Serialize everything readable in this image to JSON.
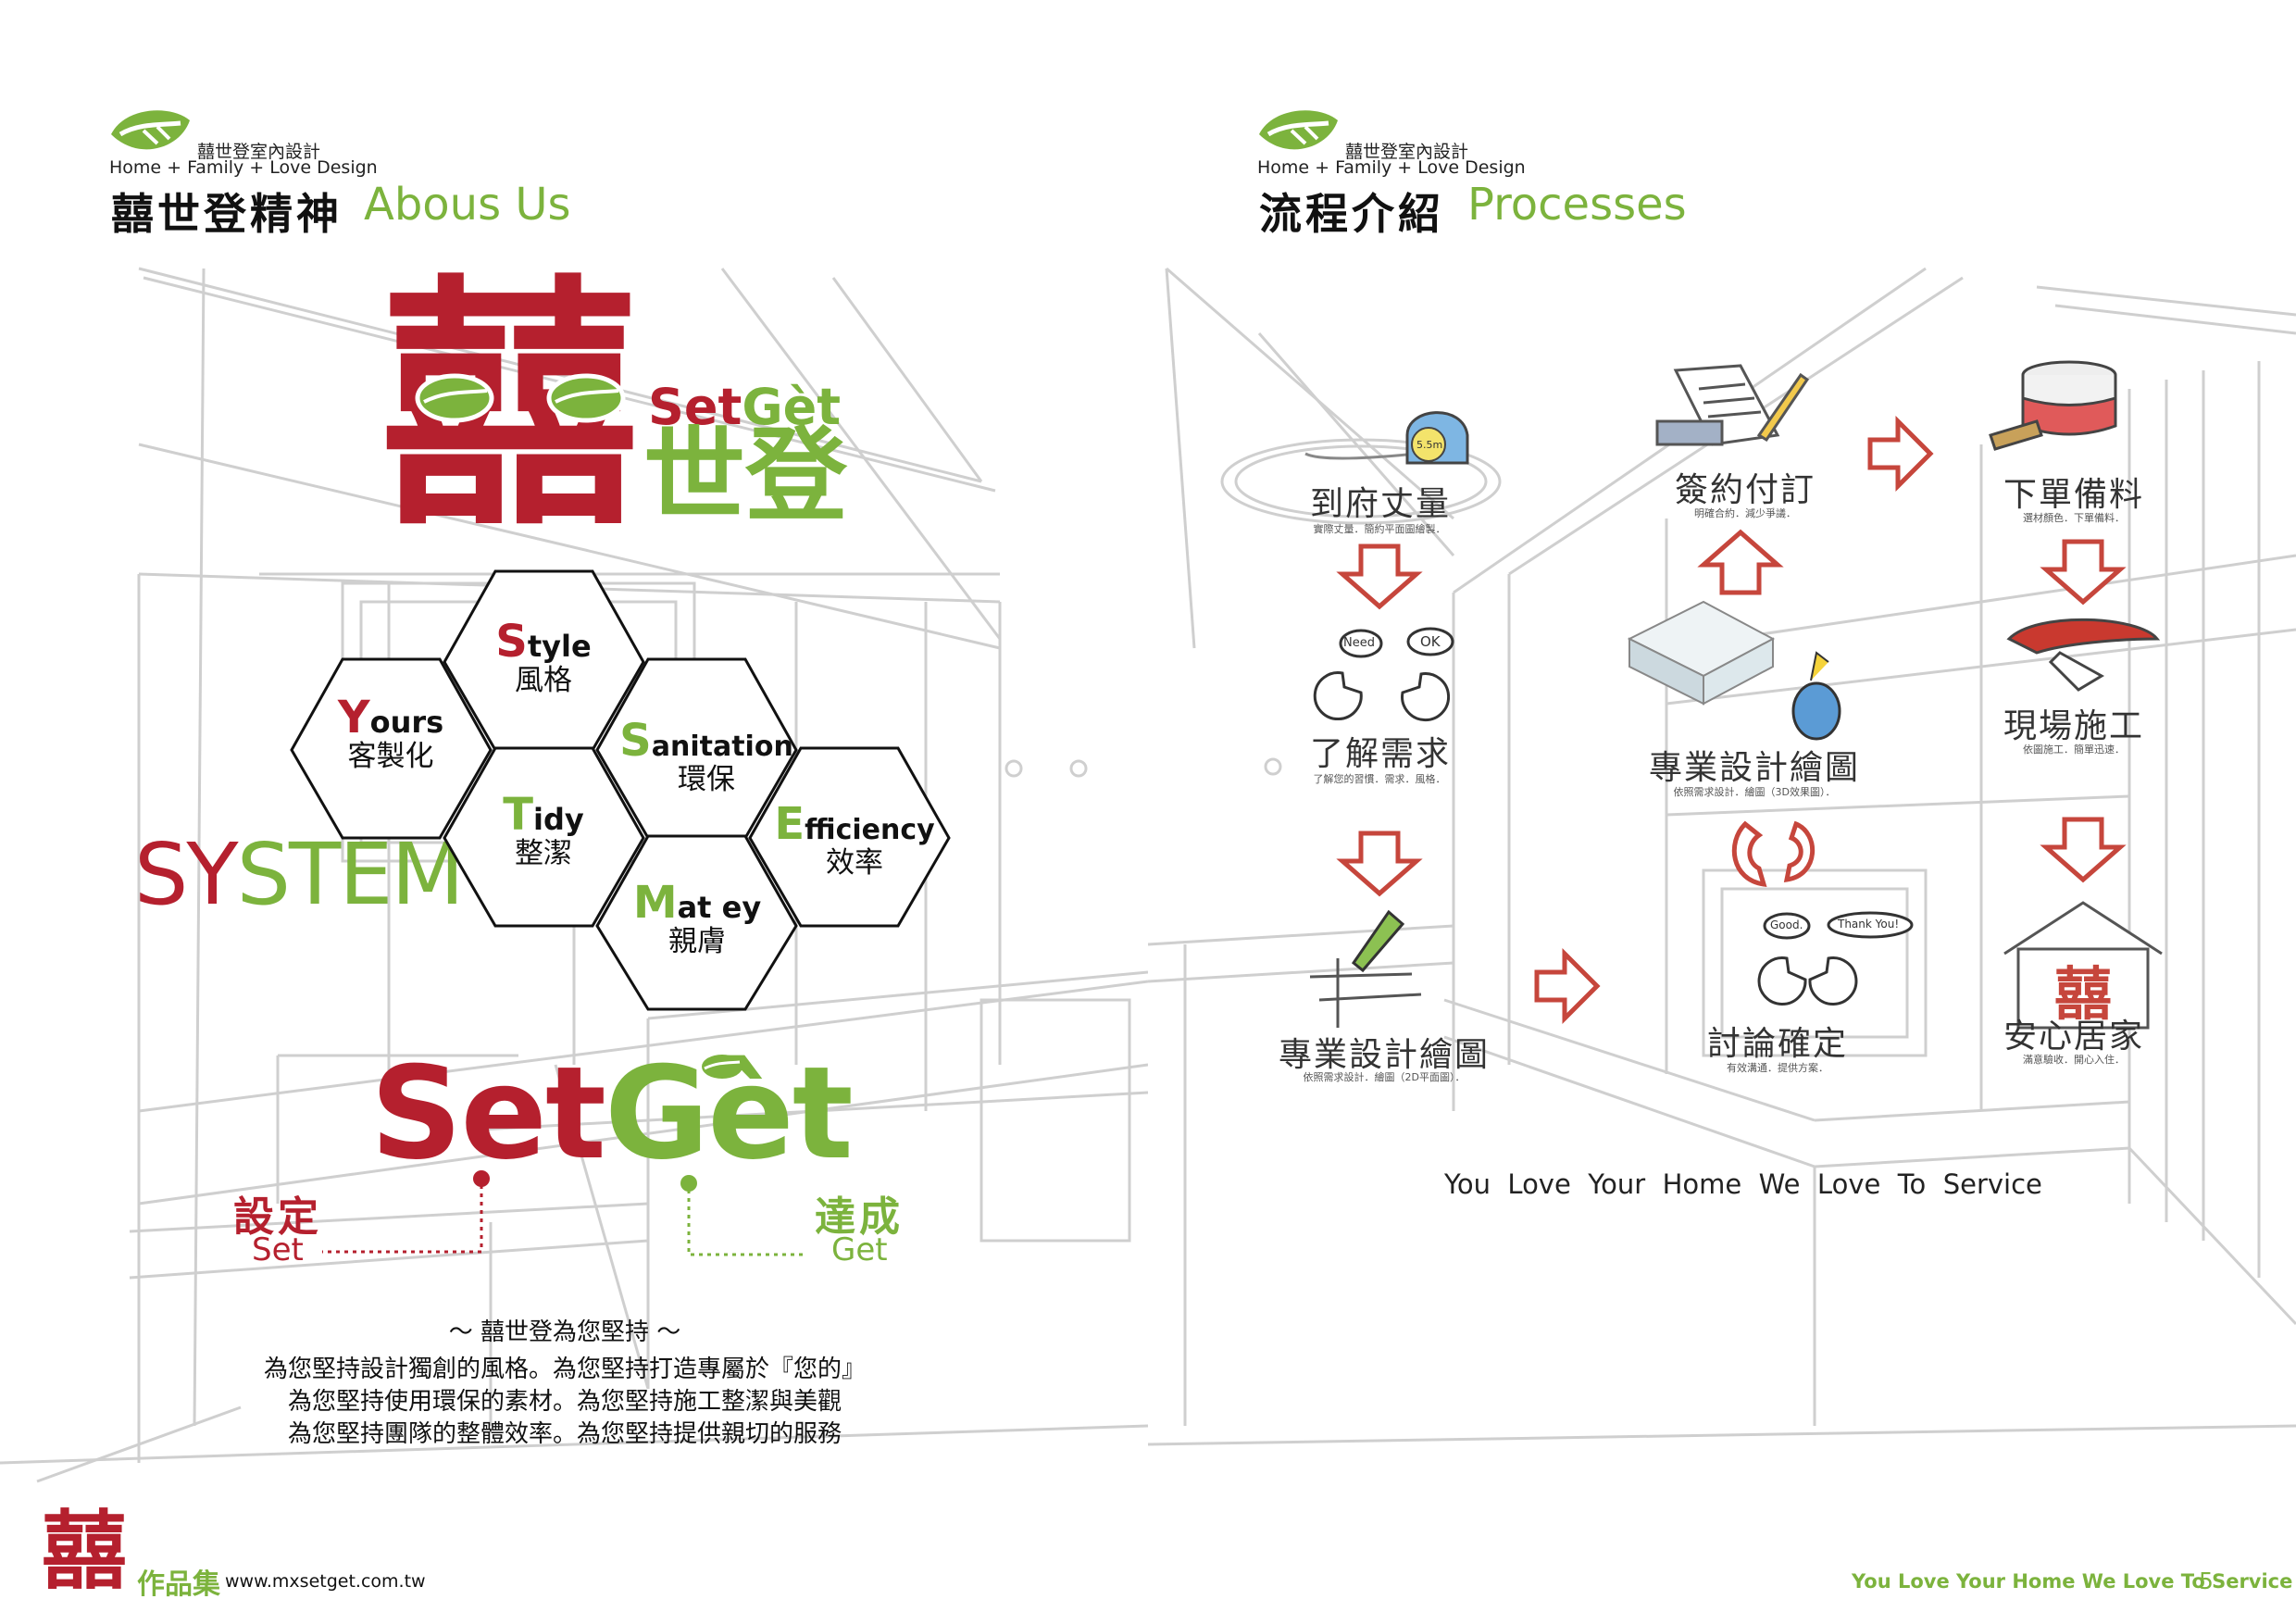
{
  "brand": {
    "name_zh": "囍世登室內設計",
    "tagline": "Home + Family + Love Design"
  },
  "left": {
    "section_zh": "囍世登精神",
    "section_en": "Abous Us",
    "logo": {
      "en_set": "Set",
      "en_get": "Gèt",
      "zh_shi": "世",
      "zh_deng": "登",
      "big_char": "囍"
    },
    "system": {
      "sy": "SY",
      "stem": "STEM"
    },
    "hexes": [
      {
        "cap": "S",
        "rest": "tyle",
        "zh": "風格",
        "cap_color": "#b5202e"
      },
      {
        "cap": "Y",
        "rest": "ours",
        "zh": "客製化",
        "cap_color": "#b5202e"
      },
      {
        "cap": "S",
        "rest": "anitation",
        "zh": "環保",
        "cap_color": "#7cb33d"
      },
      {
        "cap": "T",
        "rest": "idy",
        "zh": "整潔",
        "cap_color": "#7cb33d"
      },
      {
        "cap": "E",
        "rest": "fficiency",
        "zh": "效率",
        "cap_color": "#7cb33d"
      },
      {
        "cap": "M",
        "rest": "at ey",
        "zh": "親膚",
        "cap_color": "#7cb33d"
      }
    ],
    "setget": {
      "set": "Set",
      "get": "Gèt"
    },
    "set_label": {
      "zh": "設定",
      "en": "Set"
    },
    "get_label": {
      "zh": "達成",
      "en": "Get"
    },
    "motto_title": "～ 囍世登為您堅持 ～",
    "motto_lines": [
      "為您堅持設計獨創的風格。為您堅持打造專屬於『您的』",
      "為您堅持使用環保的素材。為您堅持施工整潔與美觀",
      "為您堅持團隊的整體效率。為您堅持提供親切的服務"
    ],
    "footer": {
      "char": "囍",
      "label": "作品集",
      "url": "www.mxsetget.com.tw"
    }
  },
  "right": {
    "section_zh": "流程介紹",
    "section_en": "Processes",
    "steps": [
      {
        "title": "到府丈量",
        "sub": "實際丈量．簡約平面圖繪製．"
      },
      {
        "title": "了解需求",
        "sub": "了解您的習慣．需求．風格．"
      },
      {
        "title": "專業設計繪圖",
        "sub": "依照需求設計．繪圖（2D平面圖）．"
      },
      {
        "title": "討論確定",
        "sub": "有效溝通．提供方案．"
      },
      {
        "title": "專業設計繪圖",
        "sub": "依照需求設計．繪圖（3D效果圖）．"
      },
      {
        "title": "簽約付訂",
        "sub": "明確合約．減少爭議．"
      },
      {
        "title": "下單備料",
        "sub": "選材顏色．下單備料．"
      },
      {
        "title": "現場施工",
        "sub": "依圖施工．簡單迅速．"
      },
      {
        "title": "安心居家",
        "sub": "滿意驗收．開心入住．"
      }
    ],
    "bubbles": {
      "need": "Need",
      "ok": "OK",
      "good": "Good.",
      "thanks": "Thank You!",
      "tape": "5.5m"
    },
    "slogan": "You  Love  Your  Home  We  Love  To  Service",
    "footer_slogan": "You Love Your Home We Love To Service",
    "page_number": "5"
  },
  "colors": {
    "red": "#b5202e",
    "green": "#7cb33d",
    "sketch": "#c9c9c9"
  }
}
